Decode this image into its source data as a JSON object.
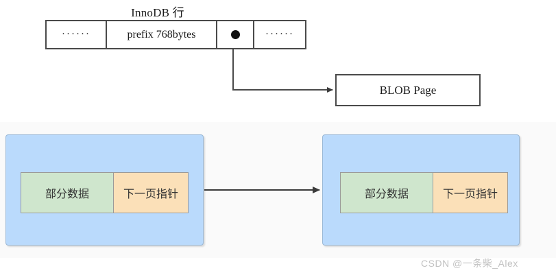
{
  "diagram": {
    "title": "InnoDB 行",
    "row": {
      "title": "InnoDB 行",
      "cells": [
        {
          "name": "ellipsis-left",
          "label": "······"
        },
        {
          "name": "prefix",
          "label": "prefix 768bytes"
        },
        {
          "name": "pointer-dot",
          "label": "●"
        },
        {
          "name": "ellipsis-right",
          "label": "······"
        }
      ]
    },
    "blob_page_box": {
      "label": "BLOB Page"
    },
    "pages": [
      {
        "name": "blob-page-1",
        "segments": [
          {
            "name": "partial-data",
            "label": "部分数据"
          },
          {
            "name": "next-page-pointer",
            "label": "下一页指针"
          }
        ]
      },
      {
        "name": "blob-page-2",
        "segments": [
          {
            "name": "partial-data",
            "label": "部分数据"
          },
          {
            "name": "next-page-pointer",
            "label": "下一页指针"
          }
        ]
      }
    ],
    "watermark": "CSDN @一条柴_Alex",
    "colors": {
      "page_fill": "#badafc",
      "page_border": "#9ab8d6",
      "data_fill": "#cfe6cd",
      "pointer_fill": "#fbe0b8",
      "segment_border": "#9a9a9a",
      "line": "#4a4a4a",
      "band": "#fafafa",
      "watermark": "#c2c2c2"
    }
  }
}
